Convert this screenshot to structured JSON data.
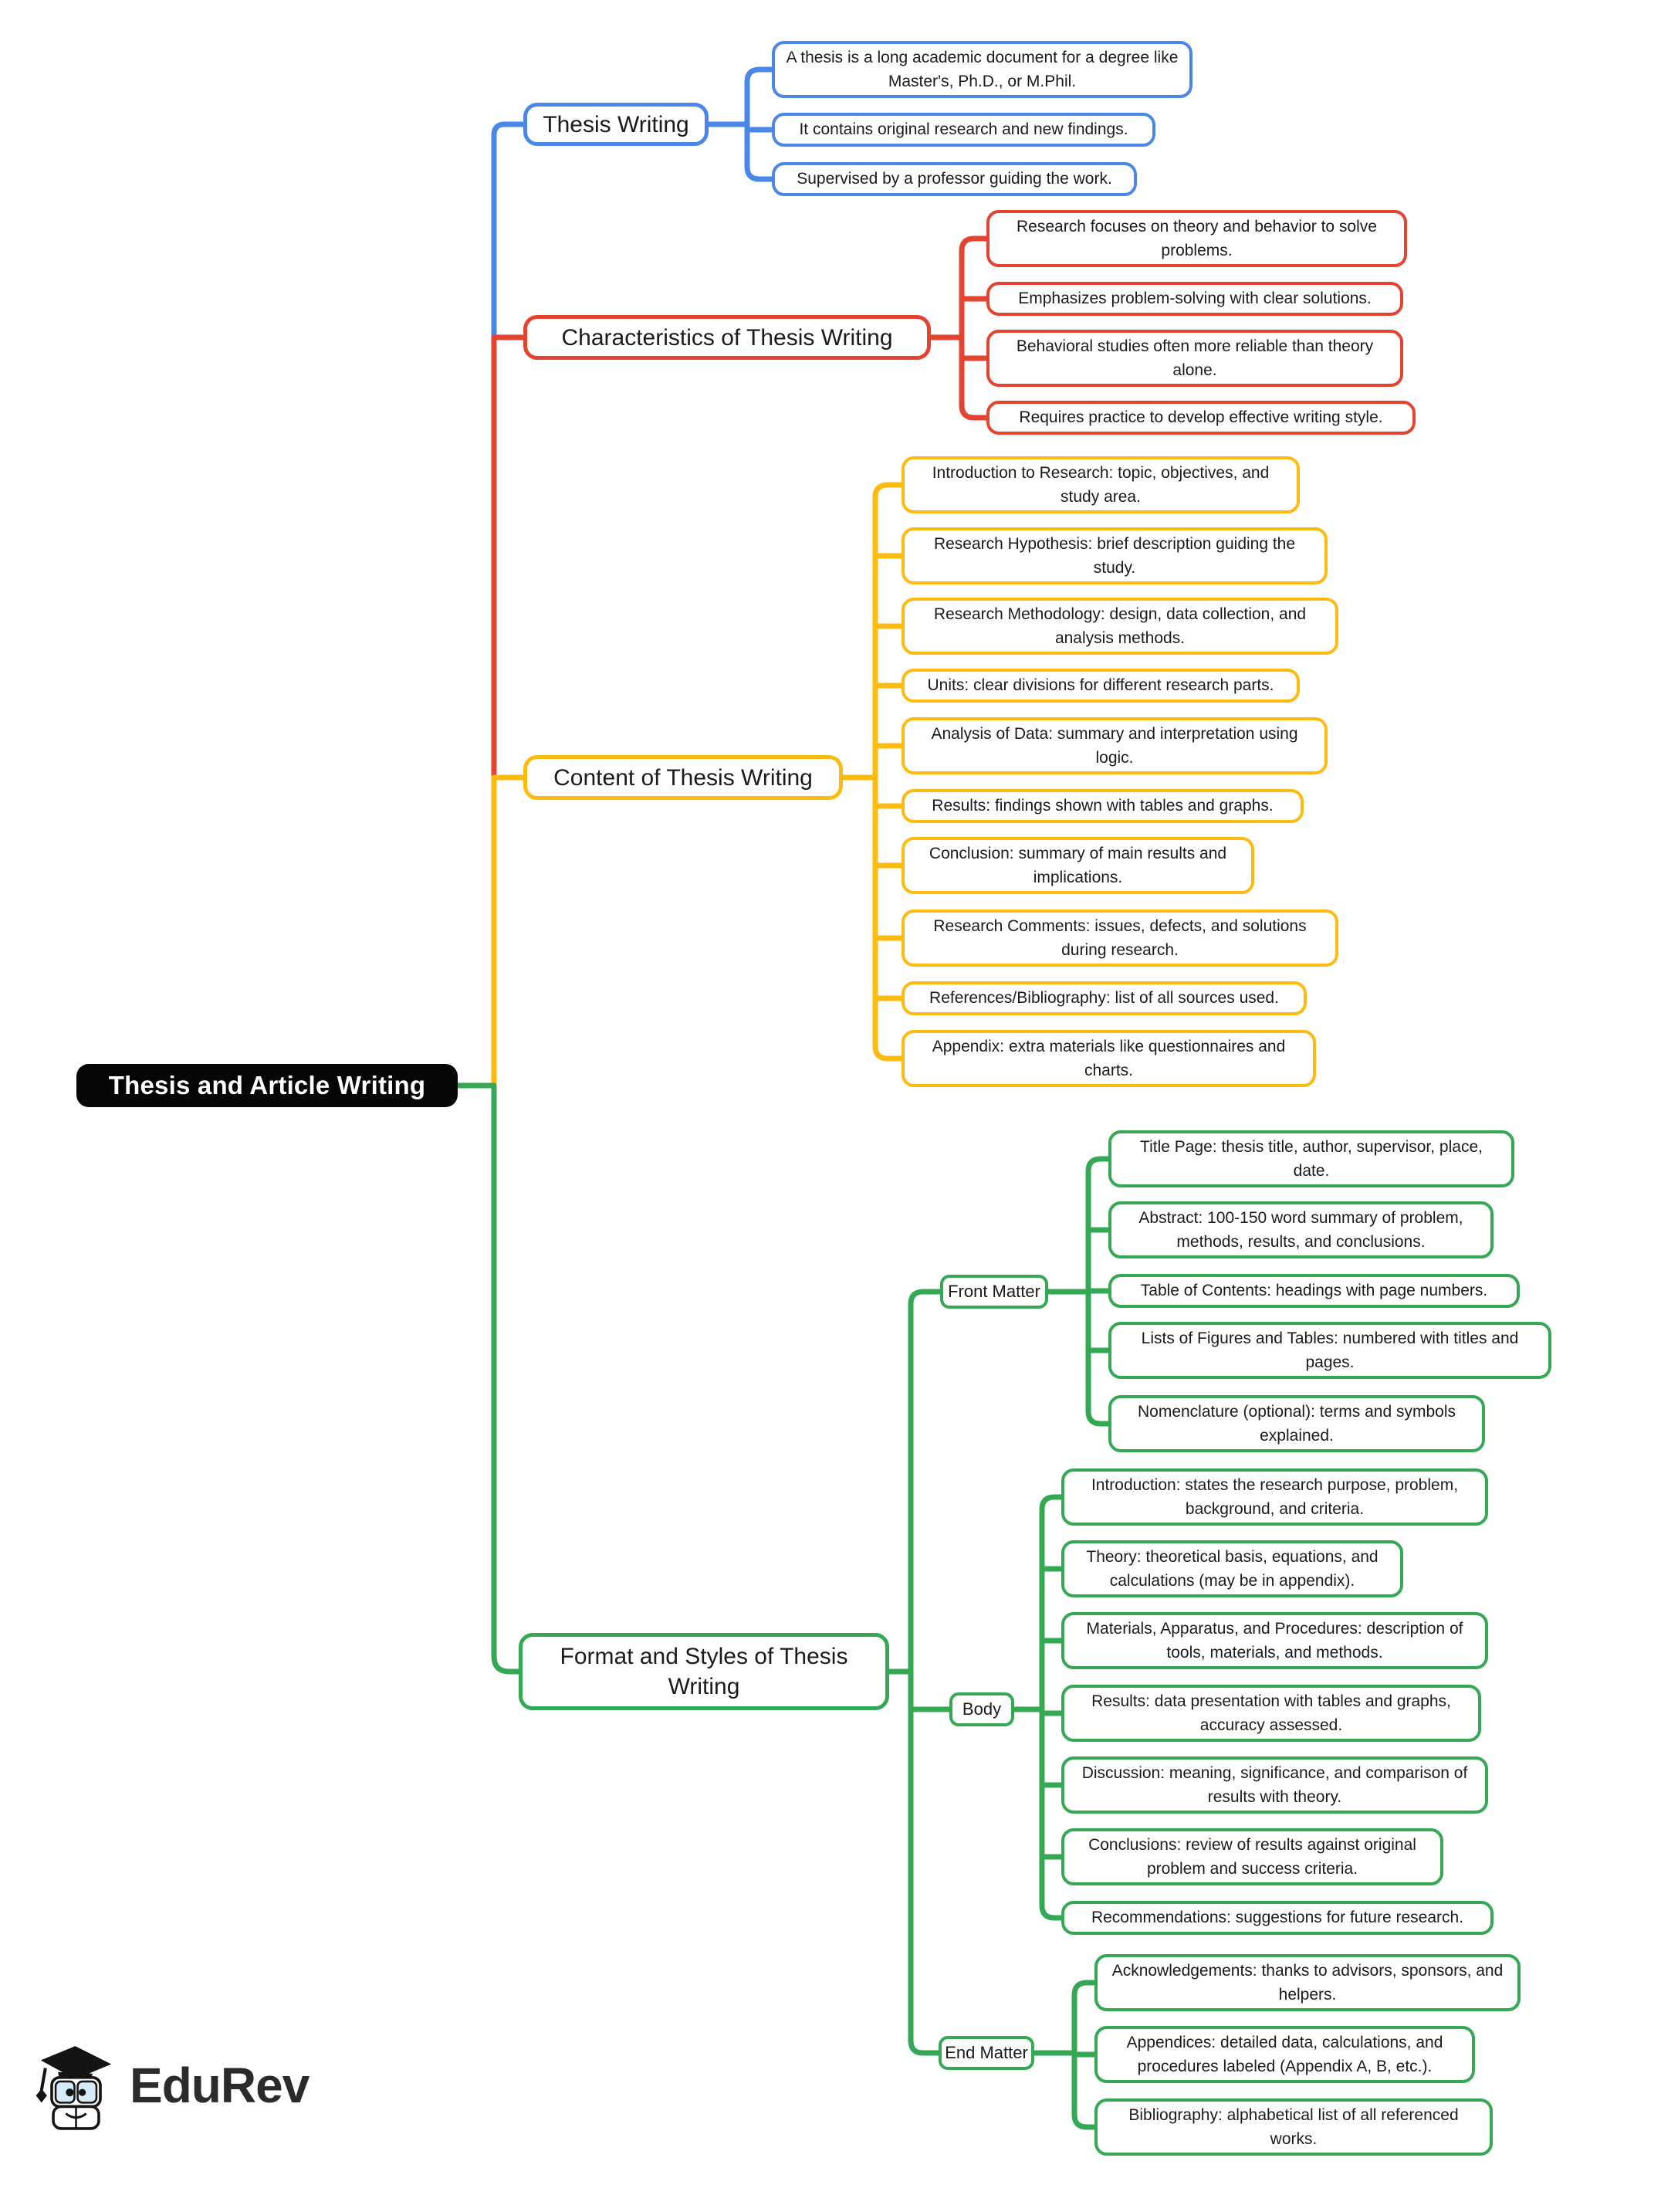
{
  "title": "Thesis and Article Writing mind map",
  "colors": {
    "blue": "#4a87e8",
    "red": "#e4432f",
    "yellow": "#fdbb11",
    "green": "#34a853",
    "root_bg": "#060606",
    "root_text": "#ffffff",
    "text": "#1b1b1b"
  },
  "root": {
    "label": "Thesis and Article Writing"
  },
  "branches": [
    {
      "id": "thesis-writing",
      "label": "Thesis Writing",
      "color_key": "blue",
      "children": [
        "A thesis is a long academic document for a degree like Master's, Ph.D., or M.Phil.",
        "It contains original research and new findings.",
        "Supervised by a professor guiding the work."
      ]
    },
    {
      "id": "characteristics-of-thesis-writing",
      "label": "Characteristics of Thesis Writing",
      "color_key": "red",
      "children": [
        "Research focuses on theory and behavior to solve problems.",
        "Emphasizes problem-solving with clear solutions.",
        "Behavioral studies often more reliable than theory alone.",
        "Requires practice to develop effective writing style."
      ]
    },
    {
      "id": "content-of-thesis-writing",
      "label": "Content of Thesis Writing",
      "color_key": "yellow",
      "children": [
        "Introduction to Research: topic, objectives, and study area.",
        "Research Hypothesis: brief description guiding the study.",
        "Research Methodology: design, data collection, and analysis methods.",
        "Units: clear divisions for different research parts.",
        "Analysis of Data: summary and interpretation using logic.",
        "Results: findings shown with tables and graphs.",
        "Conclusion: summary of main results and implications.",
        "Research Comments: issues, defects, and solutions during research.",
        "References/Bibliography: list of all sources used.",
        "Appendix: extra materials like questionnaires and charts."
      ]
    },
    {
      "id": "format-and-styles-of-thesis-writing",
      "label": "Format and Styles of Thesis Writing",
      "color_key": "green",
      "sections": [
        {
          "id": "front-matter",
          "label": "Front Matter",
          "children": [
            "Title Page: thesis title, author, supervisor, place, date.",
            "Abstract: 100-150 word summary of problem, methods, results, and conclusions.",
            "Table of Contents: headings with page numbers.",
            "Lists of Figures and Tables: numbered with titles and pages.",
            "Nomenclature (optional): terms and symbols explained."
          ]
        },
        {
          "id": "body",
          "label": "Body",
          "children": [
            "Introduction: states the research purpose, problem, background, and criteria.",
            "Theory: theoretical basis, equations, and calculations (may be in appendix).",
            "Materials, Apparatus, and Procedures: description of tools, materials, and methods.",
            "Results: data presentation with tables and graphs, accuracy assessed.",
            "Discussion: meaning, significance, and comparison of results with theory.",
            "Conclusions: review of results against original problem and success criteria.",
            "Recommendations: suggestions for future research."
          ]
        },
        {
          "id": "end-matter",
          "label": "End Matter",
          "children": [
            "Acknowledgements: thanks to advisors, sponsors, and helpers.",
            "Appendices: detailed data, calculations, and procedures labeled (Appendix A, B, etc.).",
            "Bibliography: alphabetical list of all referenced works."
          ]
        }
      ]
    }
  ],
  "logo": {
    "text": "EduRev"
  }
}
